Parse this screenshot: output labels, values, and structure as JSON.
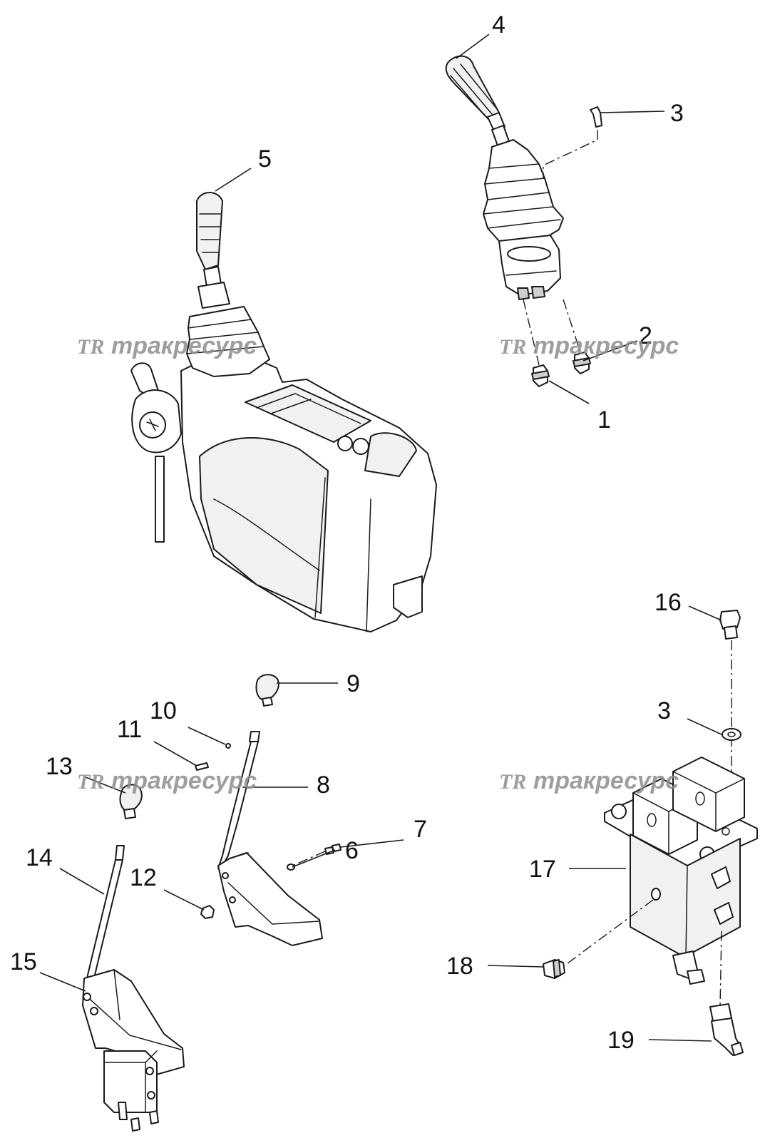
{
  "callouts": [
    {
      "id": "1",
      "label": "1"
    },
    {
      "id": "2",
      "label": "2"
    },
    {
      "id": "3a",
      "label": "3"
    },
    {
      "id": "4",
      "label": "4"
    },
    {
      "id": "5",
      "label": "5"
    },
    {
      "id": "6",
      "label": "6"
    },
    {
      "id": "7",
      "label": "7"
    },
    {
      "id": "8",
      "label": "8"
    },
    {
      "id": "9",
      "label": "9"
    },
    {
      "id": "10",
      "label": "10"
    },
    {
      "id": "11",
      "label": "11"
    },
    {
      "id": "12",
      "label": "12"
    },
    {
      "id": "13",
      "label": "13"
    },
    {
      "id": "14",
      "label": "14"
    },
    {
      "id": "15",
      "label": "15"
    },
    {
      "id": "16",
      "label": "16"
    },
    {
      "id": "3b",
      "label": "3"
    },
    {
      "id": "17",
      "label": "17"
    },
    {
      "id": "18",
      "label": "18"
    },
    {
      "id": "19",
      "label": "19"
    }
  ],
  "watermark": {
    "logo": "TR",
    "text": "тракресурс"
  },
  "colors": {
    "line": "#1a1a1a",
    "watermark": "#8e8e8e",
    "background": "#ffffff"
  }
}
